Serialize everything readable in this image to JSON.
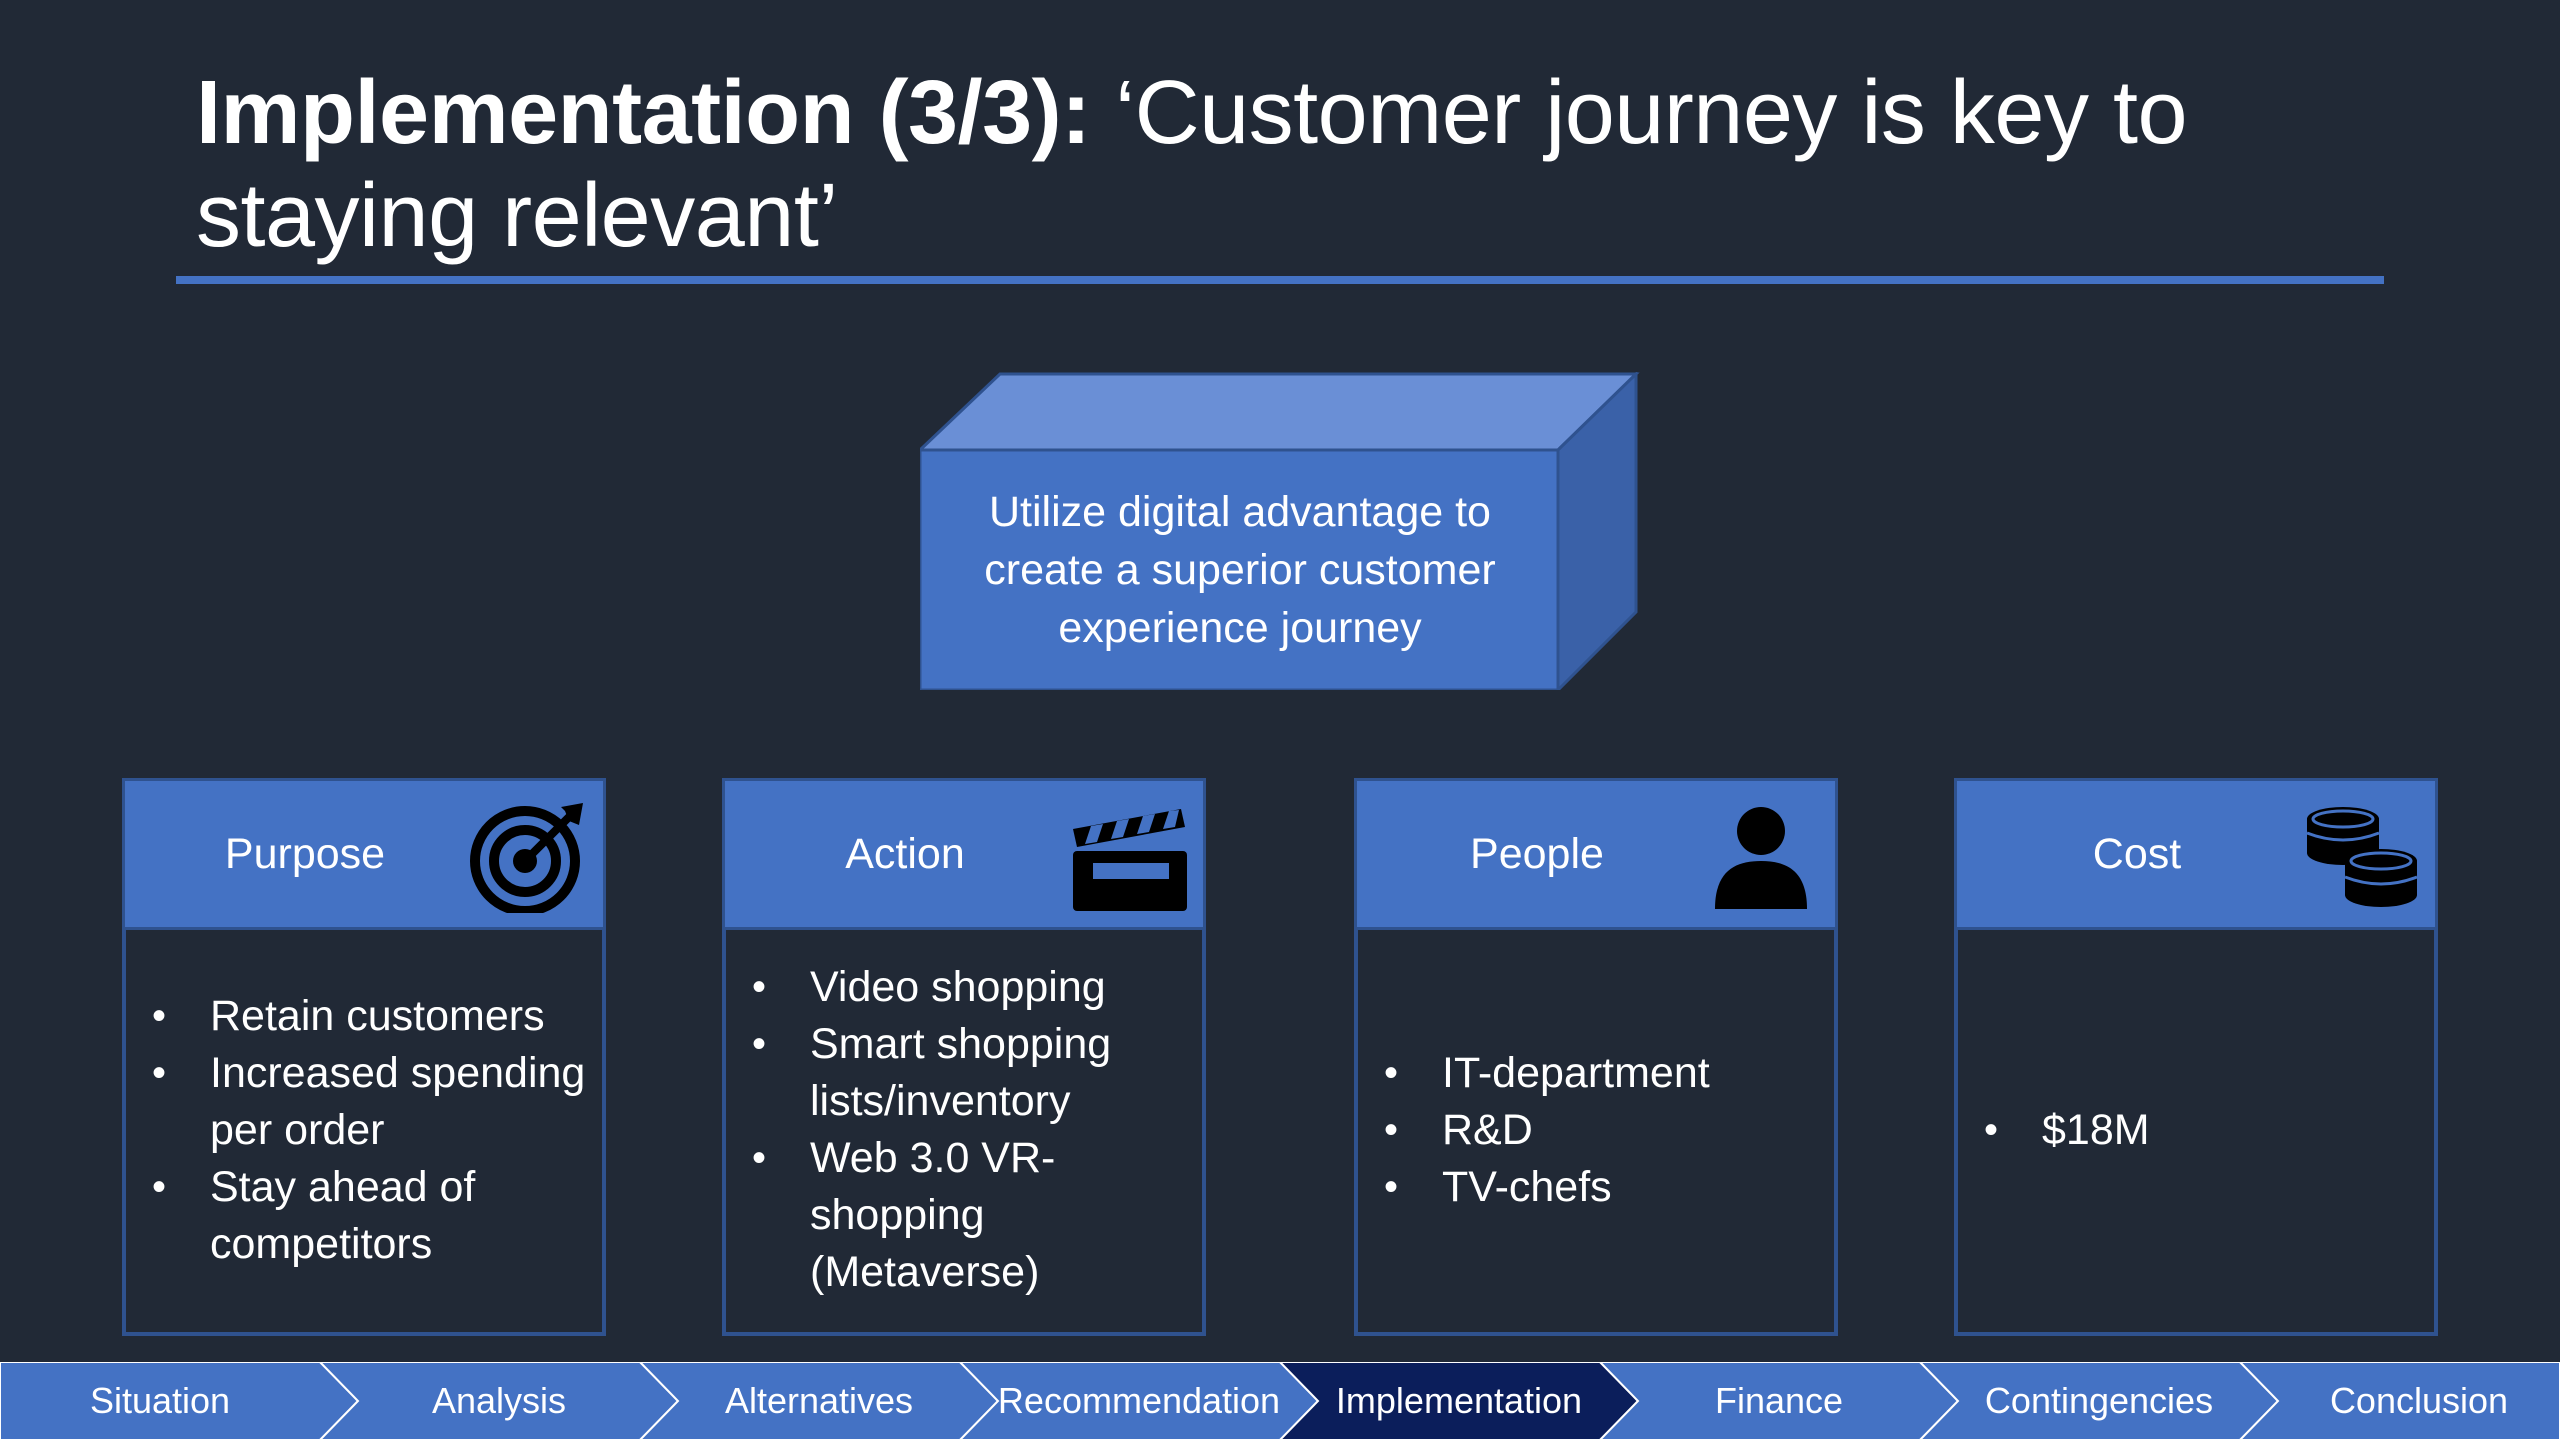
{
  "slide": {
    "title_bold": "Implementation (3/3):",
    "title_rest": " ‘Customer journey is key to staying relevant’"
  },
  "box": {
    "text": "Utilize digital advantage to create a superior customer experience journey"
  },
  "columns": [
    {
      "label": "Purpose",
      "icon": "target-icon",
      "items": [
        "Retain customers",
        "Increased spending per order",
        "Stay ahead of competitors"
      ]
    },
    {
      "label": "Action",
      "icon": "clapperboard-icon",
      "items": [
        "Video shopping",
        "Smart shopping lists/inventory",
        "Web 3.0 VR-shopping (Metaverse)"
      ]
    },
    {
      "label": "People",
      "icon": "person-icon",
      "items": [
        "IT-department",
        "R&D",
        "TV-chefs"
      ]
    },
    {
      "label": "Cost",
      "icon": "coins-icon",
      "items": [
        "$18M"
      ]
    }
  ],
  "nav": {
    "items": [
      "Situation",
      "Analysis",
      "Alternatives",
      "Recommendation",
      "Implementation",
      "Finance",
      "Contingencies",
      "Conclusion"
    ],
    "active_index": 4
  },
  "colors": {
    "background": "#212936",
    "accent": "#4472c4",
    "border": "#2f528f",
    "nav_active": "#0b1e5b"
  }
}
